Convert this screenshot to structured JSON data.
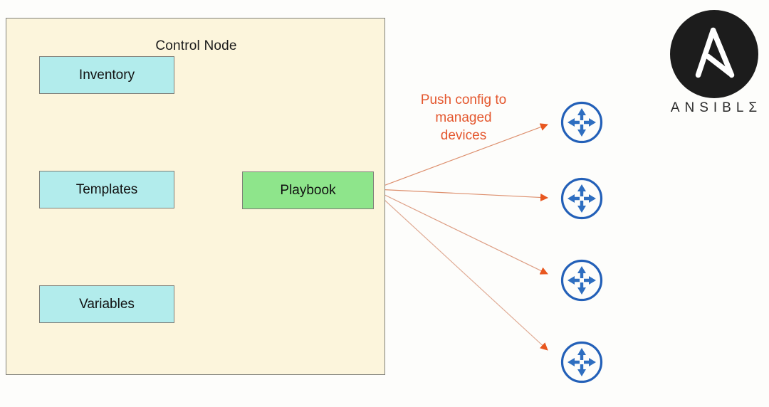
{
  "diagram": {
    "title": "Ansible Control Node pushing configuration to managed devices",
    "control_node": {
      "label": "Control Node",
      "background_color": "#fcf5dc",
      "border_color": "#80807a",
      "boxes": [
        {
          "id": "inventory",
          "label": "Inventory",
          "color": "#b2ecec"
        },
        {
          "id": "templates",
          "label": "Templates",
          "color": "#b2ecec"
        },
        {
          "id": "variables",
          "label": "Variables",
          "color": "#b2ecec"
        },
        {
          "id": "playbook",
          "label": "Playbook",
          "color": "#8ee58b"
        }
      ]
    },
    "push_caption": {
      "line1": "Push config to",
      "line2": "managed",
      "line3": "devices",
      "color": "#e4572e"
    },
    "managed_devices": {
      "count": 4,
      "icon": "router-icon",
      "color": "#2360b8",
      "items": [
        {
          "id": "router-1"
        },
        {
          "id": "router-2"
        },
        {
          "id": "router-3"
        },
        {
          "id": "router-4"
        }
      ]
    },
    "brand": {
      "wordmark": "ANSIBLΣ",
      "wordmark_plain": "ANSIBLE",
      "logo_color": "#1c1c1c",
      "logo_mark": "ansible-a-logo"
    },
    "connectors": {
      "internal_color": "#6e6a5c",
      "external_color": "#e4572e"
    }
  }
}
